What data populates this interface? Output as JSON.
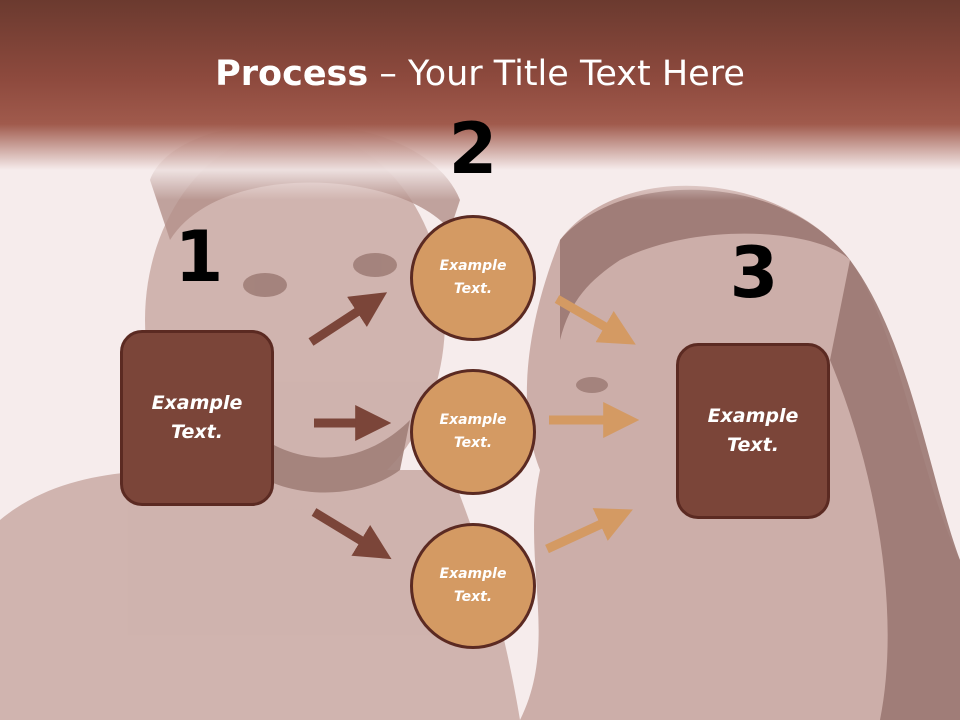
{
  "slide": {
    "title_bold": "Process",
    "title_rest": " – Your Title Text Here",
    "step_numbers": [
      "1",
      "2",
      "3"
    ],
    "left_box": {
      "line1": "Example",
      "line2": "Text."
    },
    "right_box": {
      "line1": "Example",
      "line2": "Text."
    },
    "circles": [
      {
        "line1": "Example",
        "line2": "Text."
      },
      {
        "line1": "Example",
        "line2": "Text."
      },
      {
        "line1": "Example",
        "line2": "Text."
      }
    ]
  },
  "colors": {
    "title_band": "#8e4a3e",
    "box_fill": "#7b4539",
    "circle_fill": "#d49a63",
    "dark_arrow": "#7b4539",
    "light_arrow": "#d49a63"
  }
}
